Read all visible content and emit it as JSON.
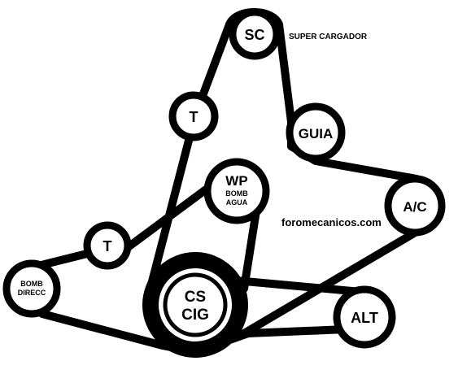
{
  "pulleys": {
    "sc": {
      "label": "SC"
    },
    "t1": {
      "label": "T"
    },
    "guia": {
      "label": "GUIA"
    },
    "wp": {
      "label": "WP",
      "sub1": "BOMB",
      "sub2": "AGUA"
    },
    "ac": {
      "label": "A/C"
    },
    "t2": {
      "label": "T"
    },
    "bomb": {
      "label1": "BOMB",
      "label2": "DIRECC"
    },
    "cs": {
      "label1": "CS",
      "label2": "CIG"
    },
    "alt": {
      "label": "ALT"
    }
  },
  "annotations": {
    "supercharger": "SUPER CARGADOR",
    "watermark": "foromecanicos.com"
  }
}
